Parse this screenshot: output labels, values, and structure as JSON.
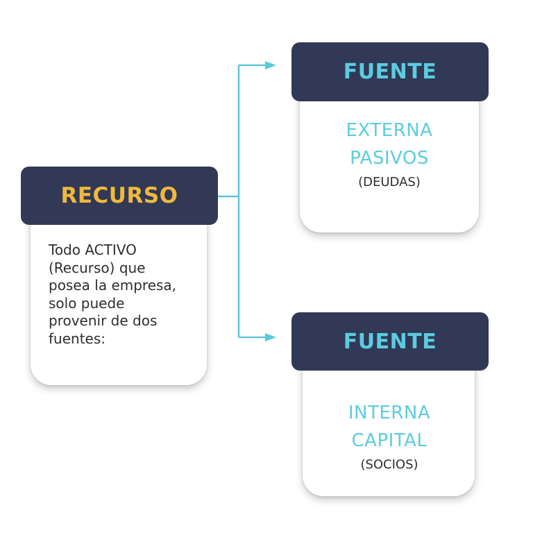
{
  "colors": {
    "header_bg": "#313956",
    "recurso_title": "#f0b83c",
    "fuente_accent": "#5ccce0",
    "connector": "#5cc7dc",
    "body_text": "#2e2e2e"
  },
  "recurso": {
    "title": "RECURSO",
    "description_lines": [
      "Todo ACTIVO",
      "(Recurso) que",
      "posea la empresa,",
      "solo puede",
      "provenir de dos",
      "fuentes:"
    ]
  },
  "fuentes": [
    {
      "title": "FUENTE",
      "line1": "EXTERNA",
      "line2": "PASIVOS",
      "note": "(DEUDAS)"
    },
    {
      "title": "FUENTE",
      "line1": "INTERNA",
      "line2": "CAPITAL",
      "note": "(SOCIOS)"
    }
  ]
}
